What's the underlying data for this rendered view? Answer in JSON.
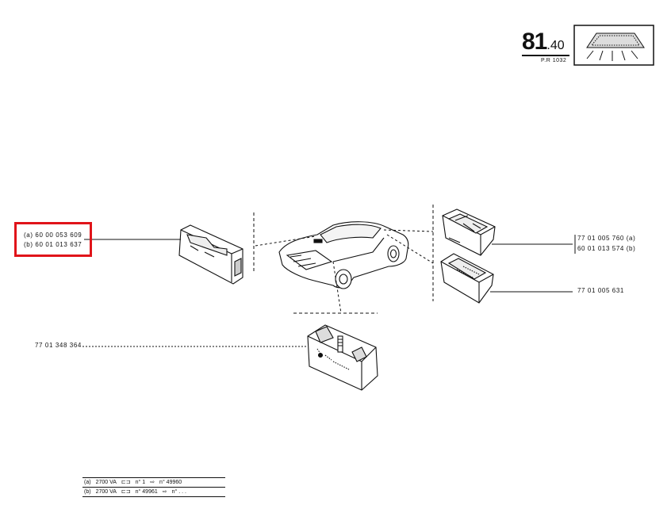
{
  "header": {
    "page_number": "81",
    "page_number_suffix": ".40",
    "reference": "P.R 1032",
    "thumbnail_icon": "ceiling-lamp-icon"
  },
  "parts": {
    "left_lamp": {
      "line_a": "(a) 60 00 053 609",
      "line_b": "(b)  60 01 013 637"
    },
    "right_upper": {
      "line_a": "77 01 005 760 (a)",
      "line_b": "60 01 013 574 (b)"
    },
    "right_lower": {
      "label": "77 01 005 631"
    },
    "bottom": {
      "label": "77 01 348 364"
    }
  },
  "footer": {
    "rows": [
      {
        "variant": "(a)",
        "model": "2700 VA",
        "sym": "⊏⊐",
        "from": "n° 1",
        "arrow": "⇨",
        "to": "n°  49960"
      },
      {
        "variant": "(b)",
        "model": "2700 VA",
        "sym": "⊏⊐",
        "from": "n° 49961",
        "arrow": "⇨",
        "to": "n°  . . ."
      }
    ]
  },
  "colors": {
    "highlight": "#e0141a"
  }
}
